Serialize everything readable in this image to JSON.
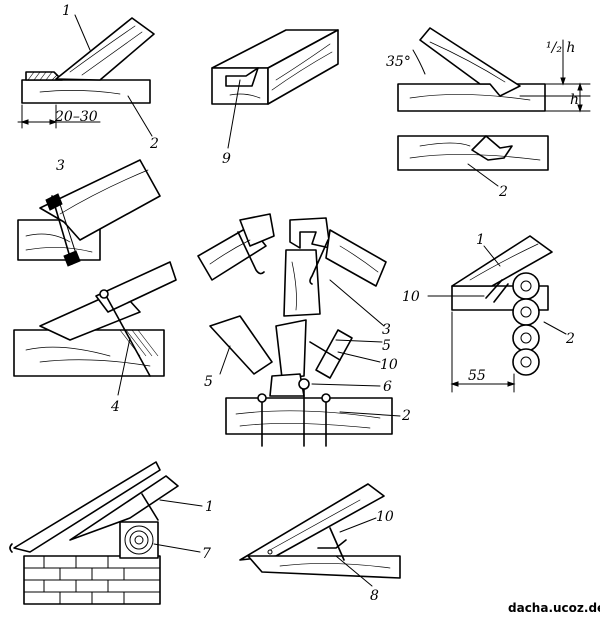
{
  "labels": {
    "l1a": "1",
    "l2a": "2",
    "l9": "9",
    "l35": "35°",
    "lh2": "¹/₂ h",
    "lh": "h",
    "l2b": "2",
    "l3a": "3",
    "l4": "4",
    "l3b": "3",
    "l5a": "5",
    "l5b": "5",
    "l10a": "10",
    "l6": "6",
    "l2c": "2",
    "l1b": "1",
    "l10b": "10",
    "l2d": "2",
    "l55": "55",
    "l1c": "1",
    "l7": "7",
    "l10c": "10",
    "l8": "8"
  },
  "dimension": "20–30",
  "watermark": "dacha.ucoz.de"
}
